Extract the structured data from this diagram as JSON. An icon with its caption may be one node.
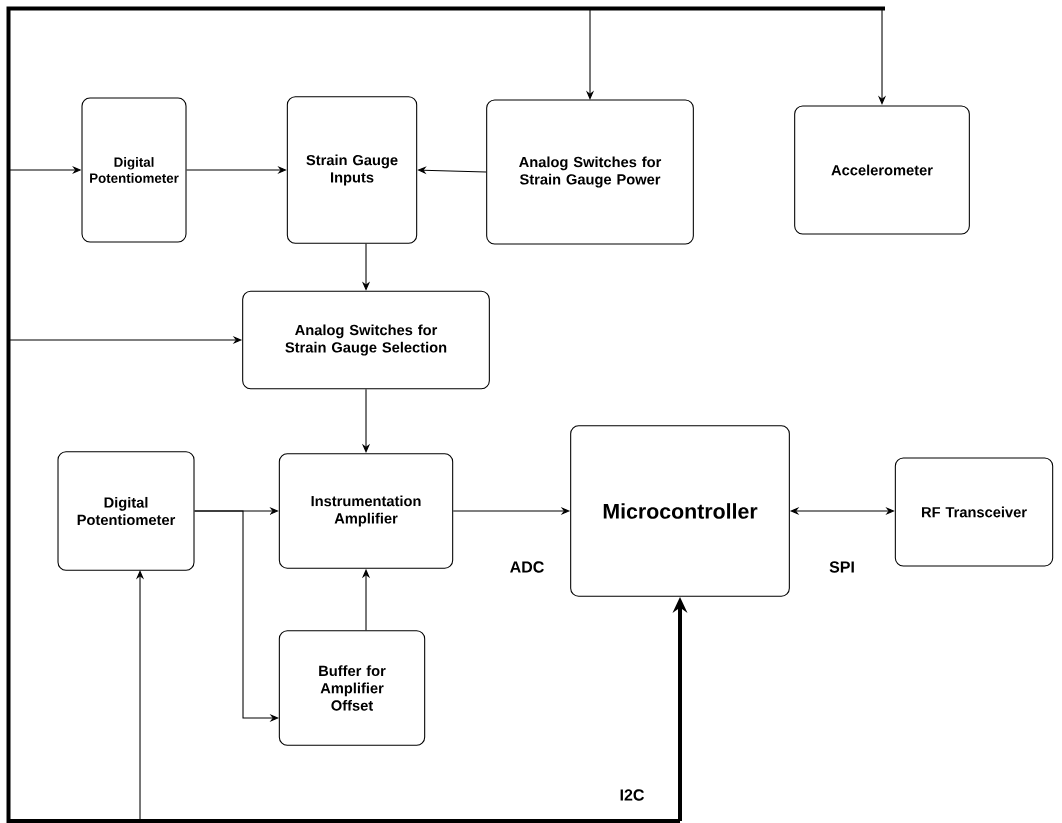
{
  "diagram": {
    "nodes": [
      {
        "text": [
          "Digital Potentiometer"
        ]
      },
      {
        "text": [
          "Strain Gauge Inputs"
        ]
      },
      {
        "text": [
          "Analog Switches for Strain Gauge Power"
        ]
      },
      {
        "text": [
          "Accelerometer"
        ]
      },
      {
        "text": [
          "Analog Switches for Strain Gauge Selection"
        ]
      },
      {
        "text": [
          "Digital Potentiometer"
        ]
      },
      {
        "text": [
          "Instrumentation Amplifier"
        ]
      },
      {
        "text": [
          "Microcontroller"
        ]
      },
      {
        "text": [
          "RF Transceiver"
        ]
      },
      {
        "text": [
          "Buffer for Amplifier Offset"
        ]
      }
    ],
    "edges": [
      {
        "from": 0,
        "to": 1,
        "arrow": "to"
      },
      {
        "from": 2,
        "to": 1,
        "arrow": "to"
      },
      {
        "from": 1,
        "to": 4,
        "arrow": "to"
      },
      {
        "from": 4,
        "to": 6,
        "arrow": "to"
      },
      {
        "from": 5,
        "to": 6,
        "arrow": "to"
      },
      {
        "from": 5,
        "to": 9,
        "arrow": "to"
      },
      {
        "from": 9,
        "to": 6,
        "arrow": "to"
      },
      {
        "from": 6,
        "to": 7,
        "arrow": "to",
        "label": "ADC"
      },
      {
        "from": 7,
        "to": 8,
        "arrow": "both",
        "label": "SPI"
      },
      {
        "from": 7,
        "to": 0,
        "arrow": "both",
        "style": "thick"
      },
      {
        "from": 7,
        "to": 2,
        "arrow": "both",
        "style": "thick"
      },
      {
        "from": 7,
        "to": 3,
        "arrow": "both",
        "style": "thick"
      },
      {
        "from": 7,
        "to": 4,
        "arrow": "both",
        "style": "thick"
      },
      {
        "from": 7,
        "to": 5,
        "arrow": "both",
        "style": "thick"
      }
    ],
    "labels": [
      "I2C"
    ]
  }
}
